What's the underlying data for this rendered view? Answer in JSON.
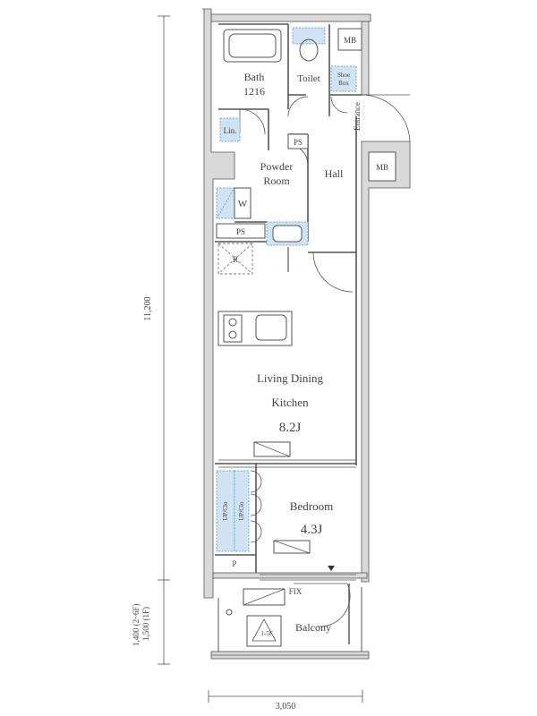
{
  "dimensions": {
    "height_total": "11,200",
    "height_balcony": "1,400 (2~6F)\n1,500 (1F)",
    "width_total": "3,050"
  },
  "rooms": {
    "bath_name": "Bath",
    "bath_size": "1216",
    "toilet": "Toilet",
    "mb_top": "MB",
    "mb_side": "MB",
    "shoe_box_1": "Shoe",
    "shoe_box_2": "Box",
    "entrance": "Entrance",
    "linen": "Lin.",
    "ps_top": "PS",
    "powder_1": "Powder",
    "powder_2": "Room",
    "hall": "Hall",
    "washer": "W",
    "ps_mid": "PS",
    "fridge": "R",
    "ldk_1": "Living Dining",
    "ldk_2": "Kitchen",
    "ldk_size": "8.2J",
    "closet_1": "UP/Clo",
    "closet_2": "UP/Clo",
    "bedroom": "Bedroom",
    "bedroom_size": "4.3J",
    "p": "P",
    "fix": "FIX",
    "balcony": "Balcony",
    "hatch": "1-5F"
  },
  "colors": {
    "wall": "#d9d9d9",
    "wall_line": "#555555",
    "fixture_blue": "#cfe3f2",
    "fixture_dash": "#6fa8d6"
  }
}
